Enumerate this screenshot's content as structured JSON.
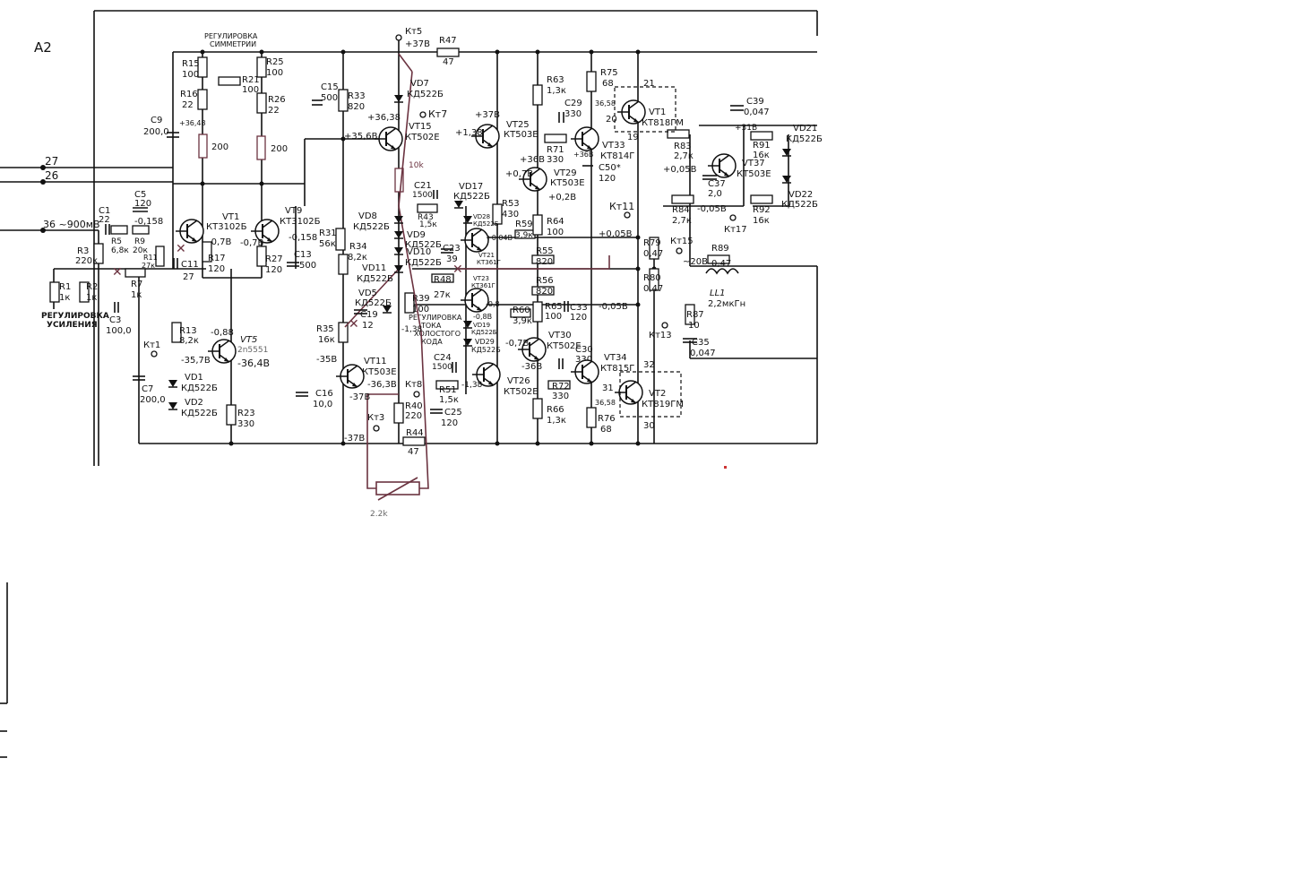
{
  "board_label": "А2",
  "annotations": {
    "sym_adj_1": "РЕГУЛИРОВКА",
    "sym_adj_2": "СИММЕТРИИ",
    "gain_adj_1": "РЕГУЛИРОВКА",
    "gain_adj_2": "УСИЛЕНИЯ",
    "idle_adj_1": "РЕГУЛИРОВКА",
    "idle_adj_2": "ТОКА",
    "idle_adj_3": "ХОЛОСТОГО",
    "idle_adj_4": "КОДА",
    "input": "36 ~900мВ",
    "wire27": "27",
    "wire26": "26"
  },
  "test_points": {
    "kt5": "Кт5",
    "kt7": "Кт7",
    "kt1": "Кт1",
    "kt3": "Кт3",
    "kt8": "Кт8",
    "kt11": "Кт11",
    "kt13": "Кт13",
    "kt15": "Кт15",
    "kt17": "Кт17"
  },
  "voltages": {
    "v37_top": "+37В",
    "v37_vt25": "+37В",
    "v3638": "+36,38",
    "v356": "+35,6В",
    "v3648": "+36,48",
    "v138a": "+1,38",
    "v07a": "-0,7В",
    "v07b": "-0,7В",
    "v0158a": "-0,158",
    "v0158b": "-0,158",
    "v368": "+36В",
    "v07c": "+0,7В",
    "v02": "+0,2В",
    "v005a": "+0,05В",
    "v005b": "-0,05В",
    "v005c": "-0,05В",
    "v318": "+31В",
    "v005d": "+0,05В",
    "v20": "~20В",
    "v088": "-0,88",
    "v3578": "-35,7В",
    "v364": "-36,4В",
    "v358": "-35В",
    "v37a": "-37В",
    "v37b": "-37В",
    "v363": "-36,3В",
    "v138b": "-1,38",
    "v138c": "-1,38",
    "v07d": "-0,7В",
    "v08": "-0,8В",
    "v36b": "-36В",
    "v0048": "+0,04В",
    "v008": "-0,8",
    "v3658": "36,58",
    "v3658b": "36,58",
    "v368b": "+36В"
  },
  "resistors": {
    "r15": "R15",
    "r15v": "100",
    "r16": "R16",
    "r16v": "22",
    "r21": "R21",
    "r21v": "100",
    "r25": "R25",
    "r25v": "100",
    "r26": "R26",
    "r26v": "22",
    "r33": "R33",
    "r33v": "820",
    "r47": "R47",
    "r47v": "47",
    "r63": "R63",
    "r63v": "1,3к",
    "r75": "R75",
    "r75v": "68",
    "r71": "R71",
    "r71v": "330",
    "r83": "R83",
    "r83v": "2,7к",
    "r91": "R91",
    "r91v": "16к",
    "r92": "R92",
    "r92v": "16к",
    "r84": "R84",
    "r84v": "2,7к",
    "r5": "R5",
    "r5v": "6,8к",
    "r9": "R9",
    "r9v": "20к",
    "r3": "R3",
    "r3v": "220к",
    "r11": "R11",
    "r11v": "27к",
    "r17": "R17",
    "r17v": "120",
    "r27": "R27",
    "r27v": "120",
    "r31": "R31",
    "r31v": "56к",
    "r34": "R34",
    "r34v": "8,2к",
    "r43": "R43",
    "r43v": "1,5к",
    "r53": "R53",
    "r53v": "430",
    "r59": "R59",
    "r59v": "3,9к",
    "r64": "R64",
    "r64v": "100",
    "r55": "R55",
    "r55v": "820",
    "r79": "R79",
    "r79v": "0,47",
    "r89": "R89",
    "r89v": "0,47",
    "r1": "R1",
    "r1v": "1к",
    "r2": "R2",
    "r2v": "1к",
    "r7": "R7",
    "r7v": "1к",
    "r48": "R48",
    "r48v": "27к",
    "r56": "R56",
    "r56v": "820",
    "r80": "R80",
    "r80v": "0,47",
    "r39": "R39",
    "r39v": "100",
    "r60": "R60",
    "r60v": "3,9к",
    "r65": "R65",
    "r65v": "100",
    "r13": "R13",
    "r13v": "8,2к",
    "r35": "R35",
    "r35v": "16к",
    "r87": "R87",
    "r87v": "10",
    "r72": "R72",
    "r72v": "330",
    "r51": "R51",
    "r51v": "1,5к",
    "r23": "R23",
    "r23v": "330",
    "r40": "R40",
    "r40v": "220",
    "r66": "R66",
    "r66v": "1,3к",
    "r76": "R76",
    "r76v": "68",
    "r44": "R44",
    "r44v": "47",
    "mod200a": "200",
    "mod200b": "200",
    "mod10k": "10k",
    "mod22k": "2.2k"
  },
  "capacitors": {
    "c9": "C9",
    "c9v": "200,0",
    "c15": "C15",
    "c15v": "500",
    "c29": "C29",
    "c29v": "330",
    "c50": "C50*",
    "c50v": "120",
    "c39": "C39",
    "c39v": "0,047",
    "c37": "C37",
    "c37v": "2,0",
    "c1": "C1",
    "c1v": "22",
    "c5": "C5",
    "c5v": "120",
    "c11": "C11",
    "c11v": "27",
    "c13": "C13",
    "c13v": "500",
    "c21": "C21",
    "c21v": "1500",
    "c23": "C23",
    "c23v": "39",
    "c3": "C3",
    "c3v": "100,0",
    "c19": "C19",
    "c19v": "12",
    "c33": "C33",
    "c33v": "120",
    "c7": "C7",
    "c7v": "200,0",
    "c16": "C16",
    "c16v": "10,0",
    "c24": "C24",
    "c24v": "1500",
    "c25": "C25",
    "c25v": "120",
    "c30": "C30",
    "c30v": "330",
    "c35": "C35",
    "c35v": "0,047"
  },
  "transistors": {
    "vt1": "VT1",
    "vt1t": "КТ3102Б",
    "vt9": "VT9",
    "vt9t": "КТ3102Б",
    "vt15": "VT15",
    "vt15t": "КТ502Е",
    "vt25": "VT25",
    "vt25t": "КТ503Е",
    "vt33": "VT33",
    "vt33t": "КТ814Г",
    "vt29": "VT29",
    "vt29t": "КТ503Е",
    "vt1p": "VT1",
    "vt1pt": "КТ818ГМ",
    "vt37": "VT37",
    "vt37t": "КТ503Е",
    "vt21": "VT21",
    "vt21t": "КТ361Г",
    "vt23": "VT23",
    "vt23t": "КТ361Г",
    "vt5": "VT5",
    "vt5t": "2n5551",
    "vt11": "VT11",
    "vt11t": "КТ503Е",
    "vt30": "VT30",
    "vt30t": "КТ502Е",
    "vt26": "VT26",
    "vt26t": "КТ502Е",
    "vt34": "VT34",
    "vt34t": "КТ815Г",
    "vt2": "VT2",
    "vt2t": "КТ819ГМ"
  },
  "diodes": {
    "vd7": "VD7",
    "vd7t": "КД522Б",
    "vd17": "VD17",
    "vd17t": "КД522Б",
    "vd28": "VD28",
    "vd28t": "КД522Б",
    "vd8": "VD8",
    "vd8t": "КД522Б",
    "vd9": "VD9",
    "vd9t": "КД522Б",
    "vd10": "VD10",
    "vd10t": "КД522Б",
    "vd11": "VD11",
    "vd11t": "КД522Б",
    "vd5": "VD5",
    "vd5t": "КД522Б",
    "vd19": "VD19",
    "vd19t": "КД522Б",
    "vd29": "VD29",
    "vd29t": "КД522Б",
    "vd21": "VD21",
    "vd21t": "КД522Б",
    "vd22": "VD22",
    "vd22t": "КД522Б",
    "vd1": "VD1",
    "vd1t": "КД522Б",
    "vd2": "VD2",
    "vd2t": "КД522Б"
  },
  "inductor": {
    "name": "LL1",
    "value": "2,2мкГн"
  },
  "pins": {
    "p21": "21",
    "p20": "20",
    "p19": "19",
    "p32": "32",
    "p31": "31",
    "p30": "30"
  }
}
